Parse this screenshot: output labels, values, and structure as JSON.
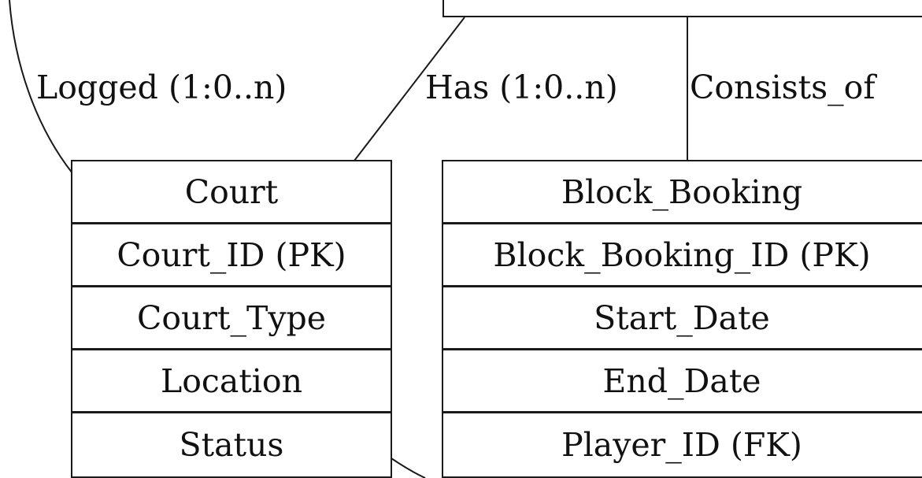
{
  "relationships": {
    "logged": "Logged (1:0..n)",
    "has": "Has (1:0..n)",
    "consists_of": "Consists_of"
  },
  "entities": {
    "court": {
      "title": "Court",
      "attributes": [
        "Court_ID (PK)",
        "Court_Type",
        "Location",
        "Status"
      ]
    },
    "block_booking": {
      "title": "Block_Booking",
      "attributes": [
        "Block_Booking_ID (PK)",
        "Start_Date",
        "End_Date",
        "Player_ID (FK)"
      ]
    }
  },
  "colors": {
    "line": "#1a1a1a",
    "text": "#111111",
    "background": "#ffffff"
  }
}
